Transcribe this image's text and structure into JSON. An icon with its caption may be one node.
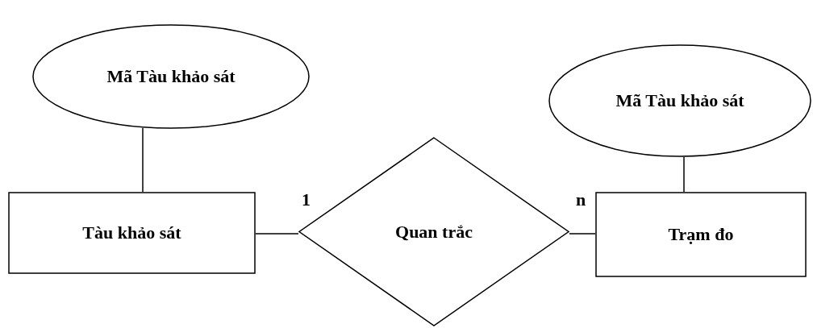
{
  "diagram": {
    "nodes": [
      {
        "text": [
          "Mã Tàu khảo sát"
        ]
      },
      {
        "text": [
          "Tàu khảo sát"
        ]
      },
      {
        "text": [
          "Quan trắc"
        ]
      },
      {
        "text": [
          "Trạm đo"
        ]
      },
      {
        "text": [
          "Mã Tàu khảo sát"
        ]
      }
    ],
    "edges": [
      {
        "from": 0,
        "to": 1,
        "arrow": "none"
      },
      {
        "from": 1,
        "to": 2,
        "arrow": "none",
        "label": "1"
      },
      {
        "from": 2,
        "to": 3,
        "arrow": "none",
        "label": "n"
      },
      {
        "from": 4,
        "to": 3,
        "arrow": "none"
      }
    ]
  }
}
